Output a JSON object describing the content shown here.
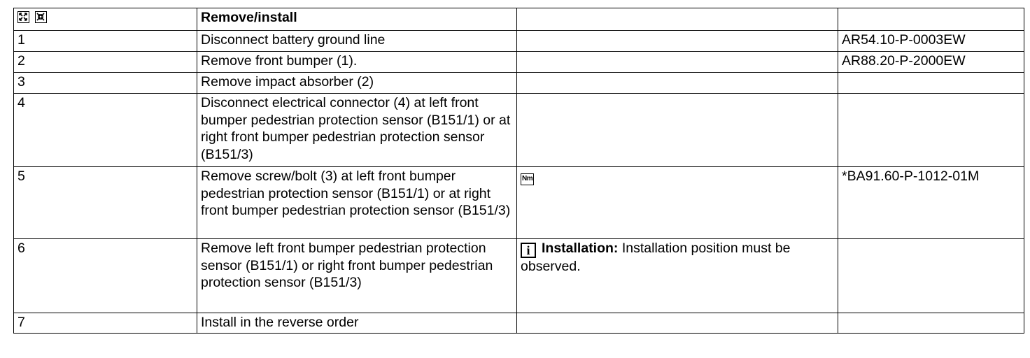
{
  "header": {
    "icons": [
      "expand-arrows-icon",
      "collapse-arrows-icon"
    ],
    "title": "Remove/install"
  },
  "steps": [
    {
      "num": "1",
      "text": "Disconnect battery ground line",
      "ref": "AR54.10-P-0003EW"
    },
    {
      "num": "2",
      "text": "Remove front bumper (1).",
      "ref": "AR88.20-P-2000EW"
    },
    {
      "num": "3",
      "text": "Remove impact absorber (2)",
      "ref": ""
    },
    {
      "num": "4",
      "text": "Disconnect electrical connector (4) at left front bumper pedestrian protection sensor (B151/1) or at right front bumper pedestrian protection sensor (B151/3)",
      "ref": ""
    },
    {
      "num": "5",
      "text": "Remove screw/bolt (3) at left front bumper pedestrian protection sensor (B151/1) or at right front bumper pedestrian protection sensor (B151/3)",
      "note_icon": "Nm",
      "ref": "*BA91.60-P-1012-01M"
    },
    {
      "num": "6",
      "text": "Remove left front bumper pedestrian protection sensor (B151/1) or right front bumper pedestrian protection sensor (B151/3)",
      "note_icon": "i",
      "note_label": "Installation:",
      "note_text": " Installation position must be observed.",
      "ref": ""
    },
    {
      "num": "7",
      "text": "Install in the reverse order",
      "ref": ""
    }
  ]
}
